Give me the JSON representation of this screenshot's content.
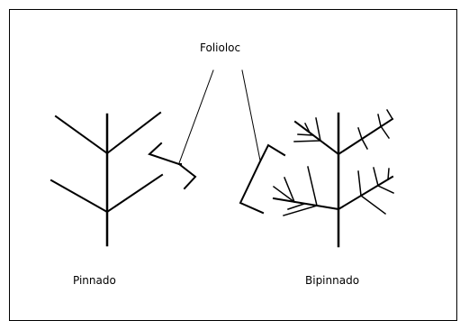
{
  "diagram": {
    "labels": {
      "leaflets": "Folioloc",
      "pinnate": "Pinnado",
      "bipinnate": "Bipinnado"
    },
    "colors": {
      "stroke": "#000000",
      "background": "#ffffff"
    }
  }
}
